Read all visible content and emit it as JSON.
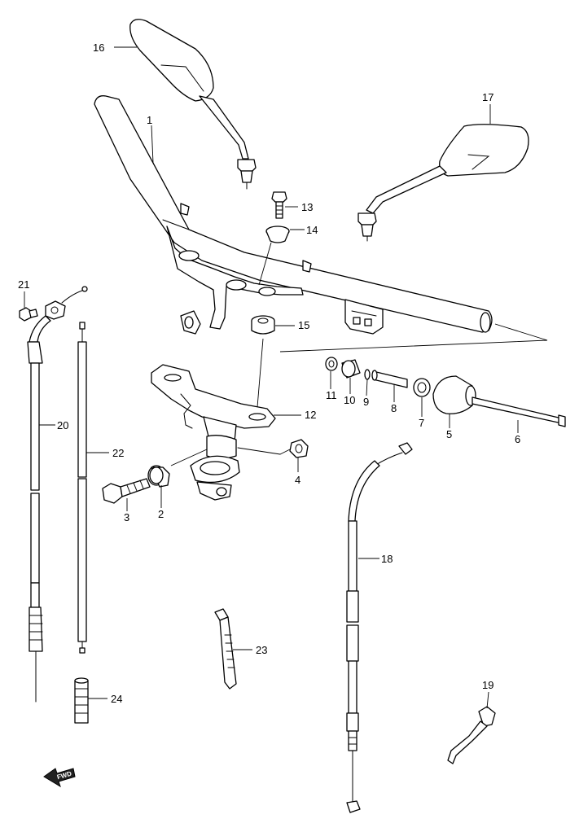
{
  "callouts": [
    {
      "id": "1",
      "label": "1"
    },
    {
      "id": "2",
      "label": "2"
    },
    {
      "id": "3",
      "label": "3"
    },
    {
      "id": "4",
      "label": "4"
    },
    {
      "id": "5",
      "label": "5"
    },
    {
      "id": "6",
      "label": "6"
    },
    {
      "id": "7",
      "label": "7"
    },
    {
      "id": "8",
      "label": "8"
    },
    {
      "id": "9",
      "label": "9"
    },
    {
      "id": "10",
      "label": "10"
    },
    {
      "id": "11",
      "label": "11"
    },
    {
      "id": "12",
      "label": "12"
    },
    {
      "id": "13",
      "label": "13"
    },
    {
      "id": "14",
      "label": "14"
    },
    {
      "id": "15",
      "label": "15"
    },
    {
      "id": "16",
      "label": "16"
    },
    {
      "id": "17",
      "label": "17"
    },
    {
      "id": "18",
      "label": "18"
    },
    {
      "id": "19",
      "label": "19"
    },
    {
      "id": "20",
      "label": "20"
    },
    {
      "id": "21",
      "label": "21"
    },
    {
      "id": "22",
      "label": "22"
    },
    {
      "id": "23",
      "label": "23"
    },
    {
      "id": "24",
      "label": "24"
    }
  ],
  "fwd_marker": {
    "label": "FWD"
  }
}
